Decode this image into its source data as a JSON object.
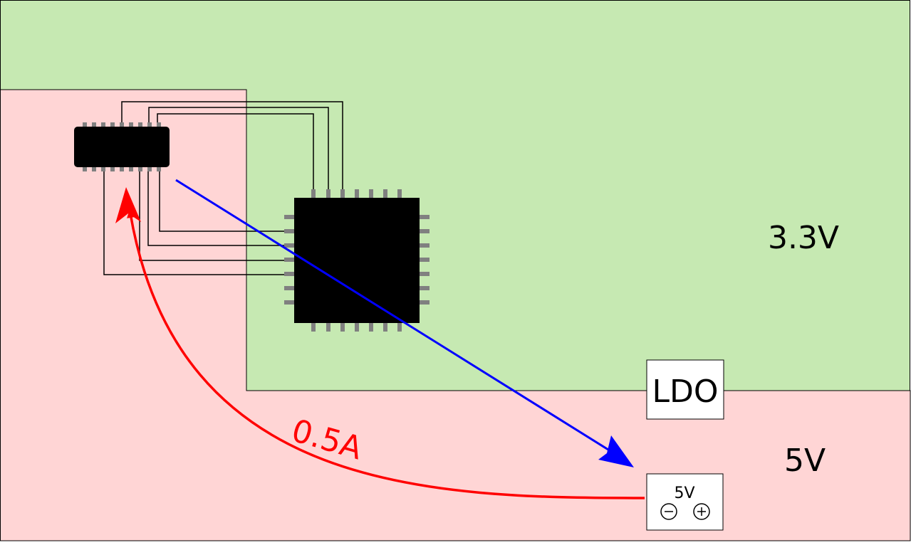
{
  "regions": {
    "v33": {
      "label": "3.3V",
      "color": "#c6e9b2"
    },
    "v5": {
      "label": "5V",
      "color": "#ffd5d5"
    }
  },
  "ldo": {
    "label": "LDO"
  },
  "supply": {
    "label": "5V",
    "minus_icon": "minus-terminal-icon",
    "plus_icon": "plus-terminal-icon"
  },
  "current": {
    "label": "0.5A",
    "color": "#ff0000"
  },
  "signal_arrow": {
    "color": "#0000ff"
  },
  "chips": {
    "small_ic": {
      "color": "#000000",
      "pin_color": "#808080"
    },
    "mcu": {
      "color": "#000000",
      "pin_color": "#808080"
    }
  }
}
